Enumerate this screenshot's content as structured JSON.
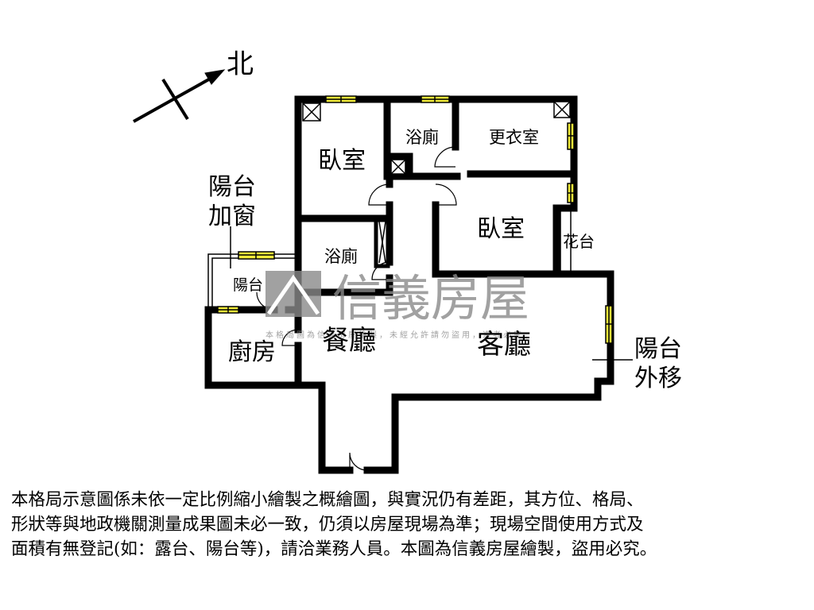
{
  "compass": {
    "north_label": "北"
  },
  "rooms": {
    "bedroom_1": "臥室",
    "bathroom_1": "浴廁",
    "walk_in_closet": "更衣室",
    "bedroom_2": "臥室",
    "flower_platform": "花台",
    "bathroom_2": "浴廁",
    "balcony": "陽台",
    "kitchen": "廚房",
    "dining_room": "餐廳",
    "living_room": "客廳"
  },
  "annotations": {
    "balcony_window_line1": "陽台",
    "balcony_window_line2": "加窗",
    "balcony_moved_line1": "陽台",
    "balcony_moved_line2": "外移"
  },
  "watermark": {
    "brand": "信義房屋",
    "notice": "本格局圖為信義房屋繪製，未經允許請勿盜用，違者必究"
  },
  "disclaimer": {
    "line1": "本格局示意圖係未依一定比例縮小繪製之概繪圖，與實況仍有差距，其方位、格局、",
    "line2": "形狀等與地政機關測量成果圖未必一致，仍須以房屋現場為準；現場空間使用方式及",
    "line3": "面積有無登記(如：露台、陽台等)，請洽業務人員。本圖為信義房屋繪製，盜用必究。"
  },
  "colors": {
    "wall": "#000000",
    "window": "#f2ec3a",
    "watermark": "#8a8a8a"
  }
}
